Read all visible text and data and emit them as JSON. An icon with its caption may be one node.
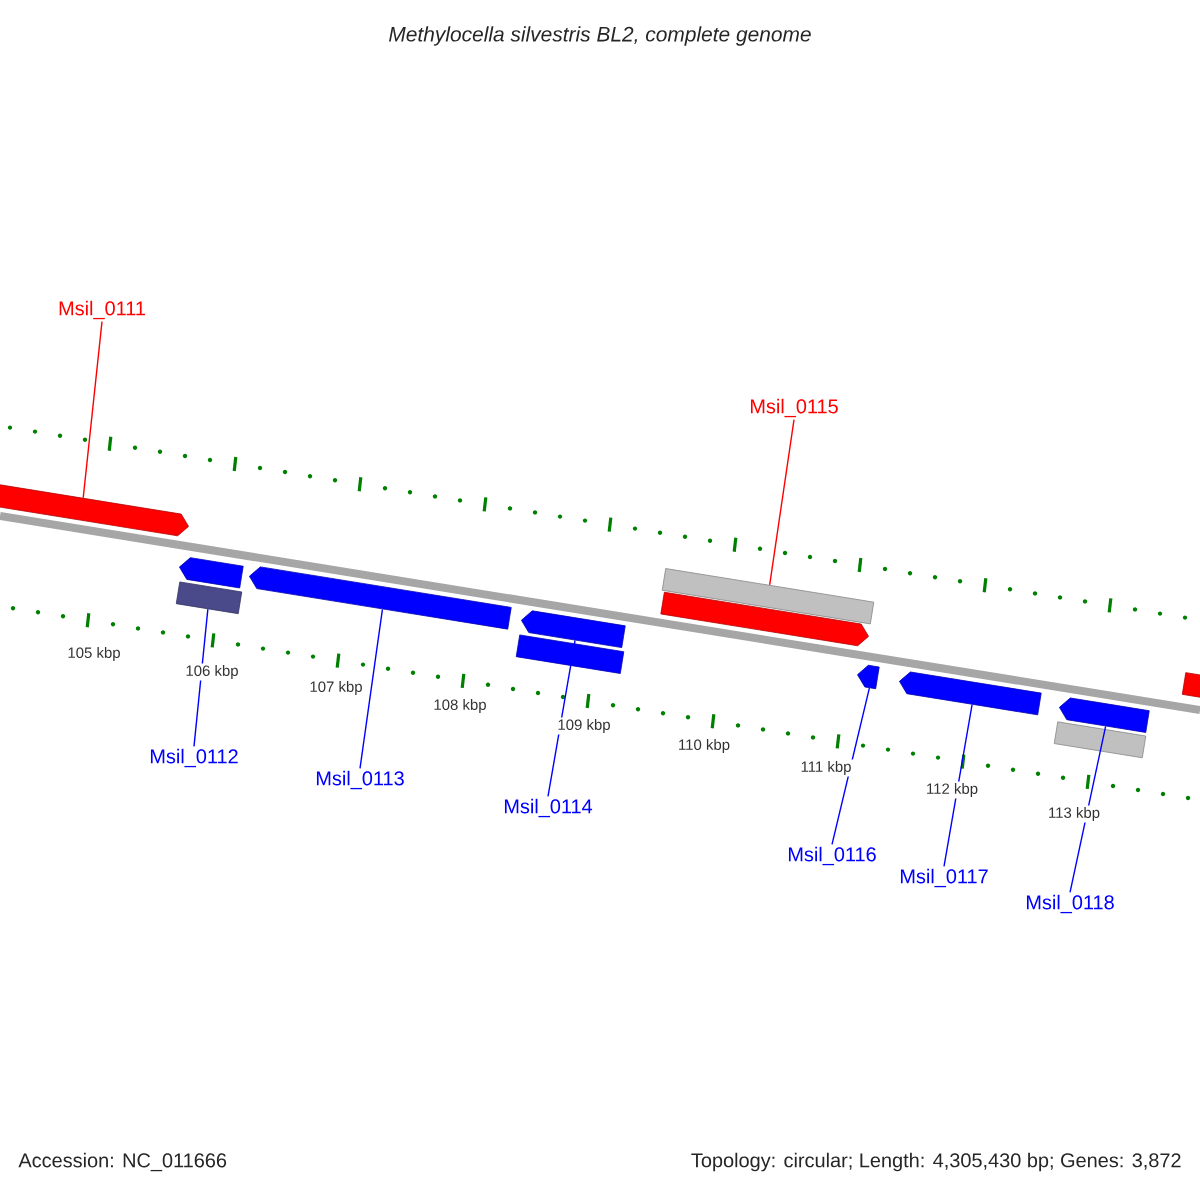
{
  "diagram": {
    "title": "Methylocella silvestris BL2, complete genome",
    "nodes": [
      {
        "text": [
          "Msil_0111"
        ]
      },
      {
        "text": [
          "Msil_0112"
        ]
      },
      {
        "text": [
          "Msil_0113"
        ]
      },
      {
        "text": [
          "Msil_0114"
        ]
      },
      {
        "text": [
          "Msil_0115"
        ]
      },
      {
        "text": [
          "Msil_0116"
        ]
      },
      {
        "text": [
          "Msil_0117"
        ]
      },
      {
        "text": [
          "Msil_0118"
        ]
      },
      {
        "text": [],
        "shape": "arrow"
      },
      {
        "text": [],
        "shape": "box"
      },
      {
        "text": [],
        "shape": "arrow"
      },
      {
        "text": [],
        "shape": "arrow"
      },
      {
        "text": [],
        "shape": "box"
      },
      {
        "text": [],
        "shape": "arrow"
      },
      {
        "text": [],
        "shape": "arrow"
      },
      {
        "text": [],
        "shape": "box"
      },
      {
        "text": [],
        "shape": "arrow"
      },
      {
        "text": [],
        "shape": "arrow"
      },
      {
        "text": [],
        "shape": "box"
      },
      {
        "text": [],
        "shape": "arrow"
      },
      {
        "text": [],
        "shape": "box"
      }
    ],
    "edges": [
      {
        "from": 0,
        "to": 8,
        "arrow": "none",
        "color": "#ff0000"
      },
      {
        "from": 1,
        "to": 9,
        "arrow": "none"
      },
      {
        "from": 2,
        "to": 11,
        "arrow": "none"
      },
      {
        "from": 3,
        "to": 13,
        "arrow": "none"
      },
      {
        "from": 4,
        "to": 15,
        "arrow": "none",
        "color": "#ff0000"
      },
      {
        "from": 5,
        "to": 16,
        "arrow": "none"
      },
      {
        "from": 6,
        "to": 17,
        "arrow": "none"
      },
      {
        "from": 7,
        "to": 19,
        "arrow": "none"
      }
    ],
    "labels": [
      "105 kbp",
      "106 kbp",
      "107 kbp",
      "108 kbp",
      "109 kbp",
      "110 kbp",
      "111 kbp",
      "112 kbp",
      "113 kbp",
      "Accession: NC_011666",
      "Topology: circular; Length: 4,305,430 bp; Genes: 3,872"
    ]
  }
}
